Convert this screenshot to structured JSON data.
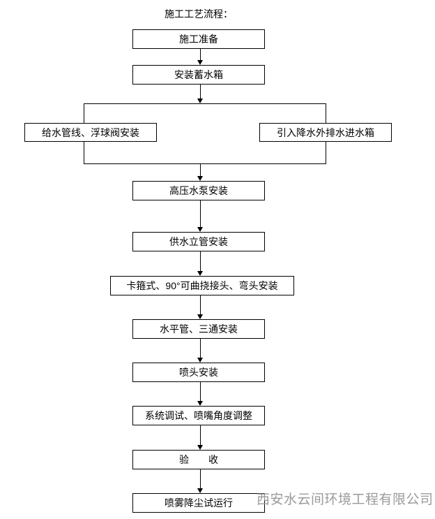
{
  "title": "施工工艺流程：",
  "flowchart": {
    "step_preparation": "施工准备",
    "step_install_tank": "安装蓄水箱",
    "branch_left": "给水管线、浮球阀安装",
    "branch_right": "引入降水外排水进水箱",
    "step_pump": "高压水泵安装",
    "step_riser": "供水立管安装",
    "step_joints": "卡箍式、90°可曲挠接头、弯头安装",
    "step_horizontal_pipe": "水平管、三通安装",
    "step_nozzle": "喷头安装",
    "step_debug": "系统调试、喷嘴角度调整",
    "step_acceptance": "验　　收",
    "step_trial_run": "喷雾降尘试运行"
  },
  "watermark": "西安水云间环境工程有限公司"
}
